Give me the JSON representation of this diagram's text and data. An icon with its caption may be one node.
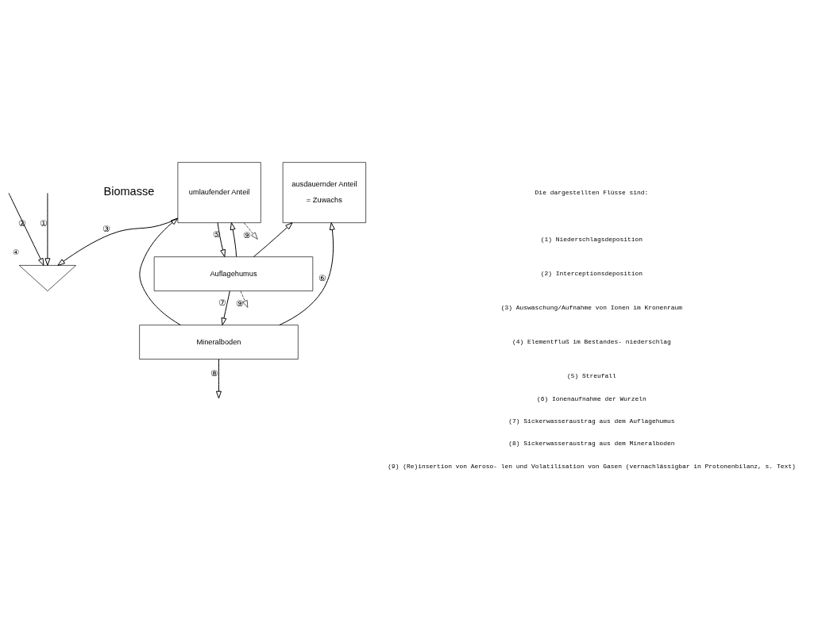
{
  "diagram": {
    "nodes": [
      {
        "text": [
          "umlaufender Anteil"
        ]
      },
      {
        "text": [
          "ausdauernder Anteil",
          "= Zuwachs"
        ]
      },
      {
        "text": [],
        "shape": "triangle",
        "beside": [
          "④"
        ]
      },
      {
        "text": [
          "Auflagehumus"
        ]
      },
      {
        "text": [
          "Mineralboden"
        ]
      }
    ],
    "edges": [
      {
        "from": null,
        "to": 2,
        "arrow": "to",
        "label": "②"
      },
      {
        "from": null,
        "to": 2,
        "arrow": "to",
        "label": "①"
      },
      {
        "from": 0,
        "to": 2,
        "arrow": "to",
        "label": "③"
      },
      {
        "from": 0,
        "to": null,
        "arrow": "to",
        "label": "⑨",
        "style": "dashed"
      },
      {
        "from": 0,
        "to": 3,
        "arrow": "to",
        "label": "⑤"
      },
      {
        "from": 3,
        "to": 0,
        "arrow": "to"
      },
      {
        "from": 3,
        "to": 1,
        "arrow": "to"
      },
      {
        "from": 4,
        "to": 0,
        "arrow": "to"
      },
      {
        "from": 4,
        "to": 1,
        "arrow": "to",
        "label": "⑥"
      },
      {
        "from": 3,
        "to": null,
        "arrow": "to",
        "label": "⑨",
        "style": "dashed"
      },
      {
        "from": 3,
        "to": 4,
        "arrow": "to",
        "label": "⑦"
      },
      {
        "from": 4,
        "to": null,
        "arrow": "to",
        "label": "⑧"
      }
    ],
    "labels": [
      "Biomasse",
      "Die dargestellten Flüsse sind:",
      "(1) Niederschlagsdeposition",
      "(2) Interceptionsdeposition",
      "(3) Auswaschung/Aufnahme von Ionen im Kronenraum",
      "(4) Elementfluß im Bestandes- niederschlag",
      "(5) Streufall",
      "(6) Ionenaufnahme der Wurzeln",
      "(7) Sickerwasseraustrag aus dem Auflagehumus",
      "(8) Sickerwasseraustrag aus dem Mineralboden",
      "(9) (Re)insertion von Aeroso- len und Volatilisation von Gasen (vernachlässigbar in Protonenbilanz, s. Text)"
    ]
  }
}
